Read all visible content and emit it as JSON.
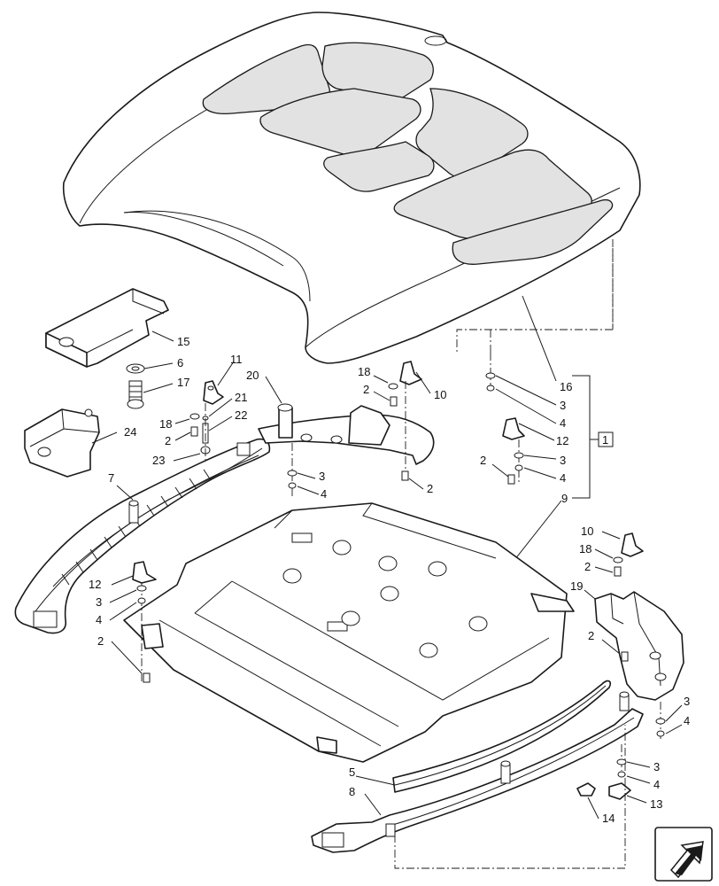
{
  "callouts": [
    {
      "id": "c15",
      "text": "15"
    },
    {
      "id": "c6",
      "text": "6"
    },
    {
      "id": "c17",
      "text": "17"
    },
    {
      "id": "c24",
      "text": "24"
    },
    {
      "id": "c11",
      "text": "11"
    },
    {
      "id": "c18a",
      "text": "18"
    },
    {
      "id": "c2a",
      "text": "2"
    },
    {
      "id": "c21",
      "text": "21"
    },
    {
      "id": "c22",
      "text": "22"
    },
    {
      "id": "c23",
      "text": "23"
    },
    {
      "id": "c20",
      "text": "20"
    },
    {
      "id": "c18b",
      "text": "18"
    },
    {
      "id": "c2b",
      "text": "2"
    },
    {
      "id": "c10a",
      "text": "10"
    },
    {
      "id": "c16",
      "text": "16"
    },
    {
      "id": "c3a",
      "text": "3"
    },
    {
      "id": "c4a",
      "text": "4"
    },
    {
      "id": "c12a",
      "text": "12"
    },
    {
      "id": "c1",
      "text": "1"
    },
    {
      "id": "c3b",
      "text": "3"
    },
    {
      "id": "c4b",
      "text": "4"
    },
    {
      "id": "c2c",
      "text": "2"
    },
    {
      "id": "c9",
      "text": "9"
    },
    {
      "id": "c3c",
      "text": "3"
    },
    {
      "id": "c4c",
      "text": "4"
    },
    {
      "id": "c2d",
      "text": "2"
    },
    {
      "id": "c7",
      "text": "7"
    },
    {
      "id": "c12b",
      "text": "12"
    },
    {
      "id": "c3d",
      "text": "3"
    },
    {
      "id": "c4d",
      "text": "4"
    },
    {
      "id": "c2e",
      "text": "2"
    },
    {
      "id": "c10b",
      "text": "10"
    },
    {
      "id": "c18c",
      "text": "18"
    },
    {
      "id": "c2f",
      "text": "2"
    },
    {
      "id": "c19",
      "text": "19"
    },
    {
      "id": "c2g",
      "text": "2"
    },
    {
      "id": "c3e",
      "text": "3"
    },
    {
      "id": "c4e",
      "text": "4"
    },
    {
      "id": "c5",
      "text": "5"
    },
    {
      "id": "c3f",
      "text": "3"
    },
    {
      "id": "c4f",
      "text": "4"
    },
    {
      "id": "c8",
      "text": "8"
    },
    {
      "id": "c14",
      "text": "14"
    },
    {
      "id": "c13",
      "text": "13"
    }
  ],
  "nav_icon": "next-page-arrow-icon"
}
